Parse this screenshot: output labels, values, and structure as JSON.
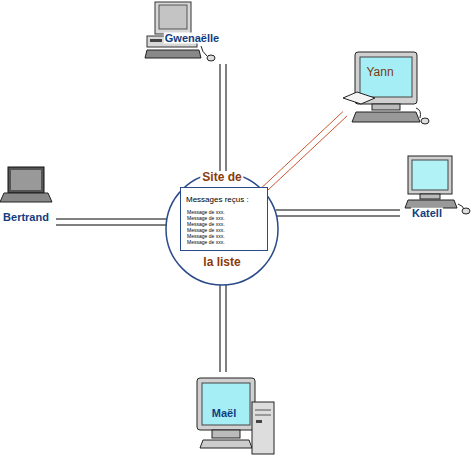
{
  "diagram": {
    "nodes": [
      {
        "text": [
          "Gwenaëlle"
        ]
      },
      {
        "text": [
          "Yann"
        ]
      },
      {
        "text": [
          "Site de",
          "la liste"
        ]
      },
      {
        "text": [
          "Messages reçus :",
          "Message de xxx.",
          "Message de xxx.",
          "Message de xxx.",
          "Message de xxx.",
          "Message de xxx.",
          "Message de xxx."
        ],
        "in": 2
      },
      {
        "text": [
          "Bertrand"
        ]
      },
      {
        "text": [
          "Katell"
        ]
      },
      {
        "text": [
          "Maël"
        ]
      }
    ],
    "edges": [
      {
        "from": 0,
        "to": 2,
        "arrow": "none"
      },
      {
        "from": 1,
        "to": 2,
        "arrow": "none"
      },
      {
        "from": 4,
        "to": 2,
        "arrow": "none"
      },
      {
        "from": 5,
        "to": 2,
        "arrow": "none"
      },
      {
        "from": 6,
        "to": 2,
        "arrow": "none"
      }
    ]
  }
}
